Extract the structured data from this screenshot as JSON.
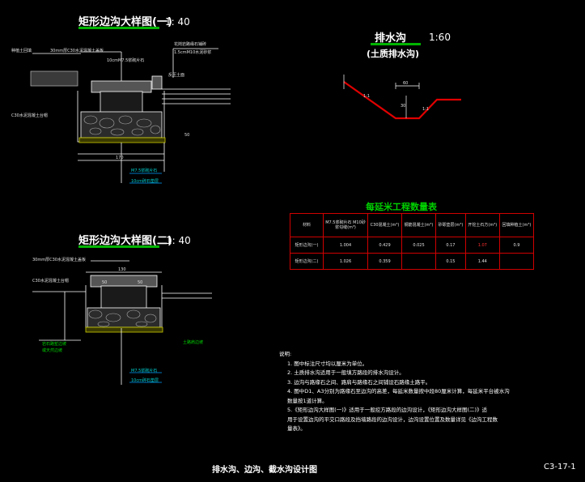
{
  "detail1": {
    "title": "矩形边沟大样图(一)",
    "scale": "1: 40",
    "labels": [
      "种植土回填",
      "30mm厚C30水泥混凝土盖板",
      "10cmM7.5浆砌片石",
      "C30水泥混凝土台帽",
      "反压土面",
      "花岗岩路缘石铺砖",
      "1.5cmM10水泥砂浆",
      "M7.5浆砌片石",
      "10cm碎石垫层"
    ],
    "dims": [
      "170",
      "50"
    ]
  },
  "detail2": {
    "title": "矩形边沟大样图(二)",
    "scale": "1: 40",
    "labels": [
      "30mm厚C30水泥混凝土盖板",
      "C30水泥混凝土台帽",
      "岩石路堑边坡",
      "或天然边坡",
      "M7.5浆砌片石",
      "10cm碎石垫层",
      "土路肩边坡"
    ],
    "dims": [
      "130",
      "50",
      "50"
    ]
  },
  "drain": {
    "title": "排水沟",
    "subtitle": "(土质排水沟)",
    "scale": "1:60",
    "dims": [
      "1:1",
      "60",
      "30",
      "1:1"
    ]
  },
  "table": {
    "title": "每延米工程数量表",
    "headers": [
      "材料",
      "M7.5浆砌片石 M10砂浆勾缝(m³)",
      "C30混凝土(m³)",
      "钢筋混凝土(m³)",
      "砂砾垫层(m³)",
      "开挖土石方(m³)",
      "回填种植土(m³)"
    ],
    "rows": [
      [
        "矩形边沟(一)",
        "1.004",
        "0.429",
        "0.025",
        "0.17",
        "1.07",
        "0.9"
      ],
      [
        "矩形边沟(二)",
        "1.026",
        "0.359",
        "",
        "0.15",
        "1.44",
        ""
      ]
    ]
  },
  "notes": {
    "heading": "说明:",
    "items": [
      "1. 图中标注尺寸均以厘米为单位。",
      "2. 土质排水沟适用于一般填方路段的排水沟设计。",
      "3. 边沟与路缘石之间、路肩与路缘石之间铺设石路缘土路平。",
      "4. 图中D1、A3分别为路缘石至边沟的高差，每延米数量按中段80厘米计算，每延米平台被水沟",
      "   数量按1道计算。",
      "5.《矩形边沟大样图(一)》适用于一般挖方路段的边沟设计，《矩形边沟大样图(二)》适",
      "   用于设置边沟的平交口路段及挡墙路段的边沟设计，边沟设置位置及数量详见《边沟工程数",
      "   量表》。"
    ]
  },
  "footer": {
    "title": "排水沟、边沟、截水沟设计图",
    "code": "C3-17-1"
  }
}
